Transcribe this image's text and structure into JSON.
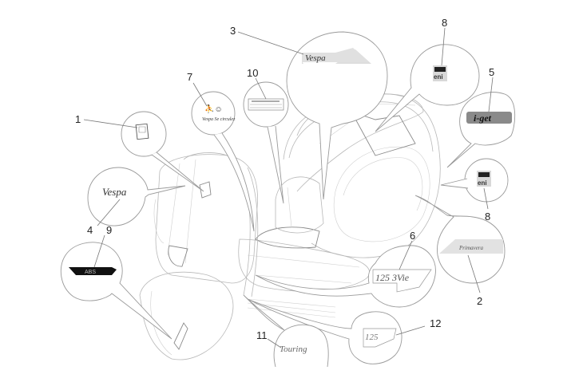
{
  "diagram": {
    "title": "Plates - Emblems exploded view",
    "subject": "scooter body with decal callouts",
    "callouts": [
      {
        "ref": "1",
        "part": "brand-emblem",
        "decal_text": ""
      },
      {
        "ref": "2",
        "part": "side-stripe-decal",
        "decal_text": "Primavera"
      },
      {
        "ref": "3",
        "part": "vespa-decal-top",
        "decal_text": "Vespa"
      },
      {
        "ref": "4",
        "part": "vespa-script-emblem",
        "decal_text": "Vespa"
      },
      {
        "ref": "5",
        "part": "jet-badge",
        "decal_text": "i-get"
      },
      {
        "ref": "6",
        "part": "engine-badge",
        "decal_text": "125 3Vie"
      },
      {
        "ref": "7",
        "part": "child-warning-label",
        "decal_text": "Vespa Se circulez"
      },
      {
        "ref": "8",
        "part": "eni-sticker",
        "decal_text": "eni"
      },
      {
        "ref": "8",
        "part": "eni-sticker-side",
        "decal_text": "eni"
      },
      {
        "ref": "9",
        "part": "abs-badge",
        "decal_text": "ABS"
      },
      {
        "ref": "10",
        "part": "data-plate-label",
        "decal_text": ""
      },
      {
        "ref": "11",
        "part": "touring-emblem",
        "decal_text": "Touring"
      },
      {
        "ref": "12",
        "part": "displacement-badge",
        "decal_text": "125"
      }
    ]
  }
}
